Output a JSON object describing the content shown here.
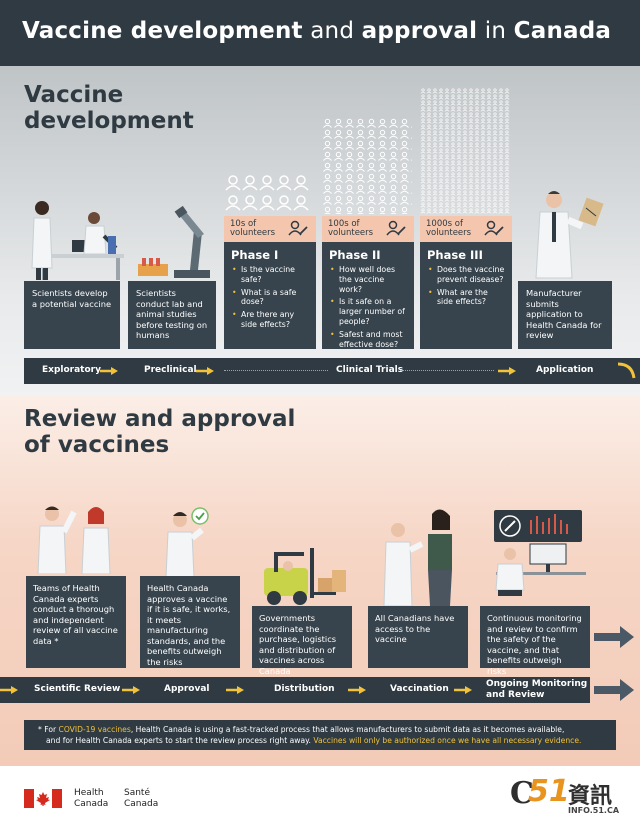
{
  "header": {
    "title_bold1": "Vaccine development",
    "title_light1": "and",
    "title_bold2": "approval",
    "title_light2": "in",
    "title_bold3": "Canada"
  },
  "development": {
    "title_line1": "Vaccine",
    "title_line2": "development",
    "boxes": {
      "scientists_develop": "Scientists develop a potential vaccine",
      "scientists_conduct": "Scientists conduct lab and animal studies before testing on humans",
      "manufacturer": "Manufacturer submits application to Health Canada for review"
    },
    "phases": [
      {
        "volunteers_line1": "10s of",
        "volunteers_line2": "volunteers",
        "title": "Phase I",
        "items": [
          "Is the vaccine safe?",
          "What is a safe dose?",
          "Are there any side effects?"
        ]
      },
      {
        "volunteers_line1": "100s of",
        "volunteers_line2": "volunteers",
        "title": "Phase II",
        "items": [
          "How well does the vaccine work?",
          "Is it safe on a larger number of people?",
          "Safest and most effective dose?"
        ]
      },
      {
        "volunteers_line1": "1000s of",
        "volunteers_line2": "volunteers",
        "title": "Phase III",
        "items": [
          "Does the vaccine prevent disease?",
          "What are the side effects?"
        ]
      }
    ],
    "timeline": [
      "Exploratory",
      "Preclinical",
      "Clinical Trials",
      "Application"
    ]
  },
  "review": {
    "title_line1": "Review and approval",
    "title_line2": "of vaccines",
    "boxes": [
      "Teams of Health Canada experts conduct a thorough and independent review of all vaccine data *",
      "Health Canada approves a vaccine if it is safe, it works, it meets manufacturing standards, and the benefits outweigh the risks",
      "Governments coordinate the purchase, logistics and distribution of vaccines across Canada",
      "All Canadians have access to the vaccine",
      "Continuous monitoring and review to confirm the safety of the vaccine, and that benefits outweigh risks"
    ],
    "timeline": [
      "Scientific Review",
      "Approval",
      "Distribution",
      "Vaccination",
      "Ongoing Monitoring",
      "and Review"
    ]
  },
  "footnote": {
    "star": "*",
    "p1": "For",
    "covid": "COVID-19 vaccines",
    "p2": ", Health Canada is using a fast-tracked process that allows manufacturers to submit data as it becomes available,",
    "p3": "and for Health Canada experts to start the review process right away.",
    "authorized": "Vaccines will only be authorized once we have all necessary evidence."
  },
  "footer": {
    "en_line1": "Health",
    "en_line2": "Canada",
    "fr_line1": "Santé",
    "fr_line2": "Canada",
    "watermark_main": "資訊",
    "watermark_sub": "INFO.51.CA",
    "watermark_c": "C",
    "watermark_51": "51"
  },
  "colors": {
    "navy": "#2f3a42",
    "box": "#37444d",
    "peach": "#f4c6ad",
    "accent_yellow": "#f2c23a",
    "canada_red": "#d52b1e"
  }
}
